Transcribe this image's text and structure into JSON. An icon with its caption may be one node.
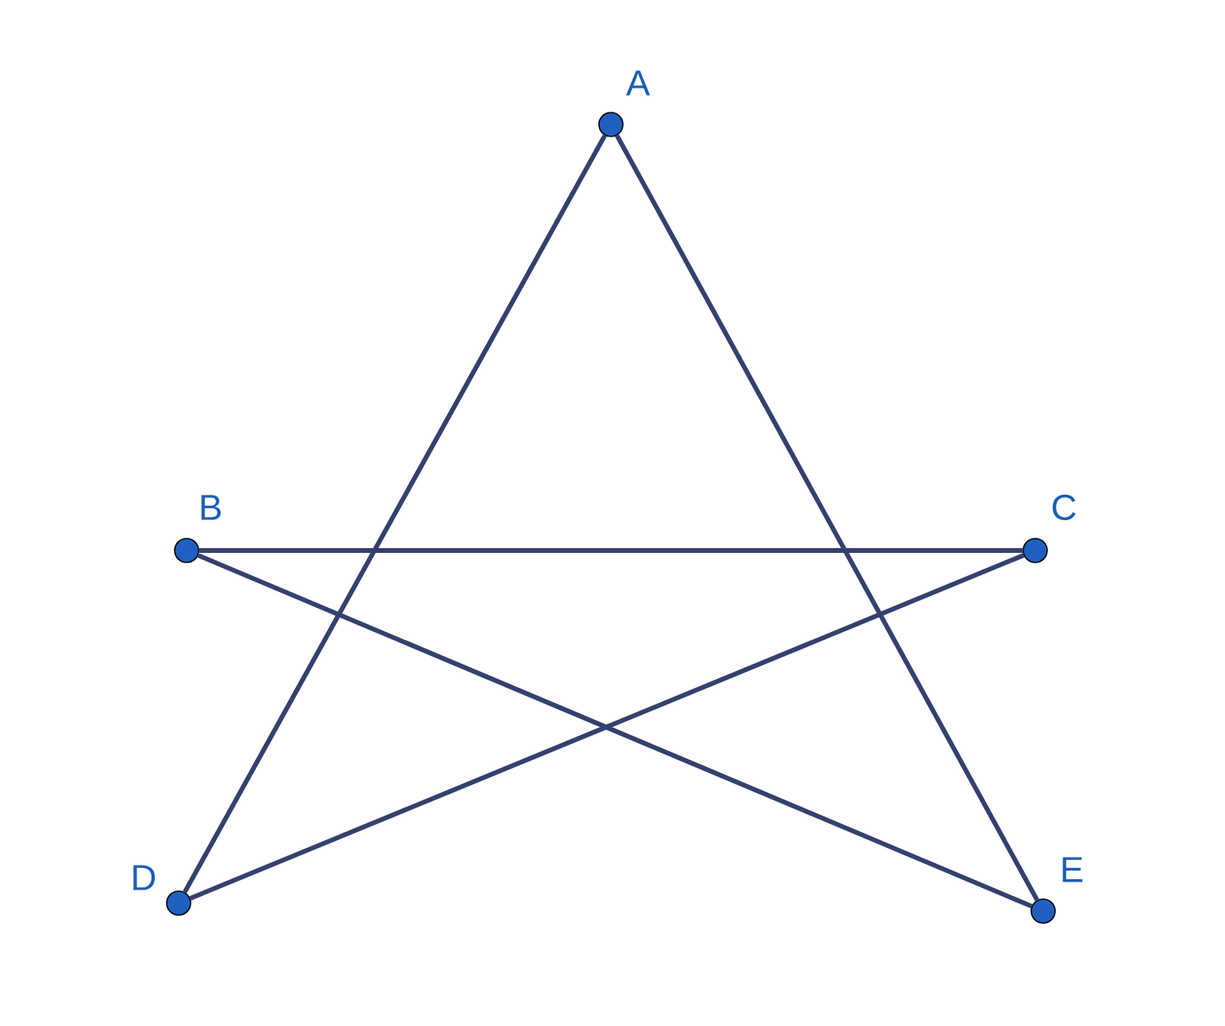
{
  "diagram": {
    "nodes": [
      {
        "text": [],
        "shape": "circle",
        "beside": [
          "A"
        ]
      },
      {
        "text": [],
        "shape": "circle",
        "beside": [
          "B"
        ]
      },
      {
        "text": [],
        "shape": "circle",
        "beside": [
          "C"
        ]
      },
      {
        "text": [],
        "shape": "circle",
        "beside": [
          "D"
        ]
      },
      {
        "text": [],
        "shape": "circle",
        "beside": [
          "E"
        ]
      }
    ],
    "edges": [
      {
        "from": 0,
        "to": 3,
        "arrow": "none"
      },
      {
        "from": 0,
        "to": 4,
        "arrow": "none"
      },
      {
        "from": 1,
        "to": 2,
        "arrow": "none"
      },
      {
        "from": 1,
        "to": 4,
        "arrow": "none"
      },
      {
        "from": 2,
        "to": 3,
        "arrow": "none"
      }
    ]
  }
}
